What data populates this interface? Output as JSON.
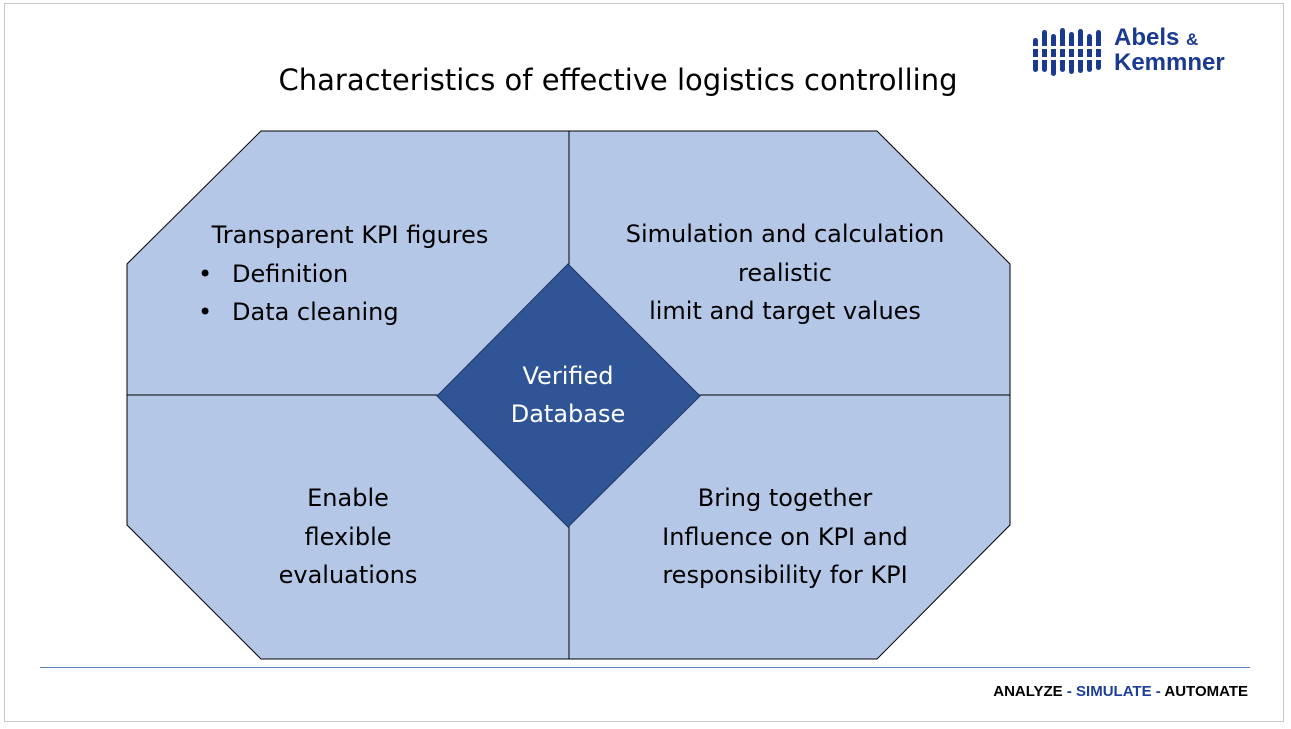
{
  "slide": {
    "title": "Characteristics of effective logistics controlling"
  },
  "logo": {
    "line1": "Abels",
    "ampersand": "&",
    "line2": "Kemmner",
    "color": "#1a3a8f"
  },
  "diagram": {
    "quadrant_fill": "#b4c7e7",
    "center_fill": "#2f5597",
    "top_left": {
      "heading": "Transparent KPI figures",
      "bullets": [
        "Definition",
        "Data cleaning"
      ]
    },
    "top_right": {
      "lines": [
        "Simulation and calculation",
        "realistic",
        "limit and target values"
      ]
    },
    "bottom_left": {
      "lines": [
        "Enable",
        "flexible",
        "evaluations"
      ]
    },
    "bottom_right": {
      "lines": [
        "Bring together",
        "Influence on KPI and",
        "responsibility for KPI"
      ]
    },
    "center": {
      "lines": [
        "Verified",
        "Database"
      ]
    }
  },
  "footer": {
    "part1": "ANALYZE",
    "separator": " - ",
    "part2": "SIMULATE",
    "part3": "AUTOMATE"
  }
}
